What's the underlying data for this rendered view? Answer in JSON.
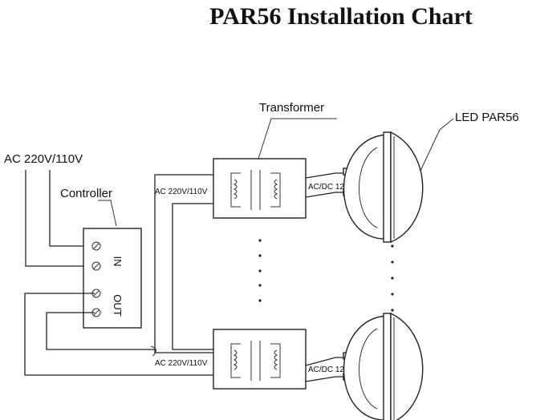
{
  "title": "PAR56 Installation Chart",
  "labels": {
    "power_input": "AC 220V/110V",
    "controller": "Controller",
    "transformer": "Transformer",
    "led": "LED PAR56",
    "transformer_input_top": "AC 220V/110V",
    "transformer_input_bottom": "AC 220V/110V",
    "output_top": "AC/DC 12V",
    "output_bottom": "AC/DC 12V",
    "terminal_in": "IN",
    "terminal_out": "OUT"
  }
}
